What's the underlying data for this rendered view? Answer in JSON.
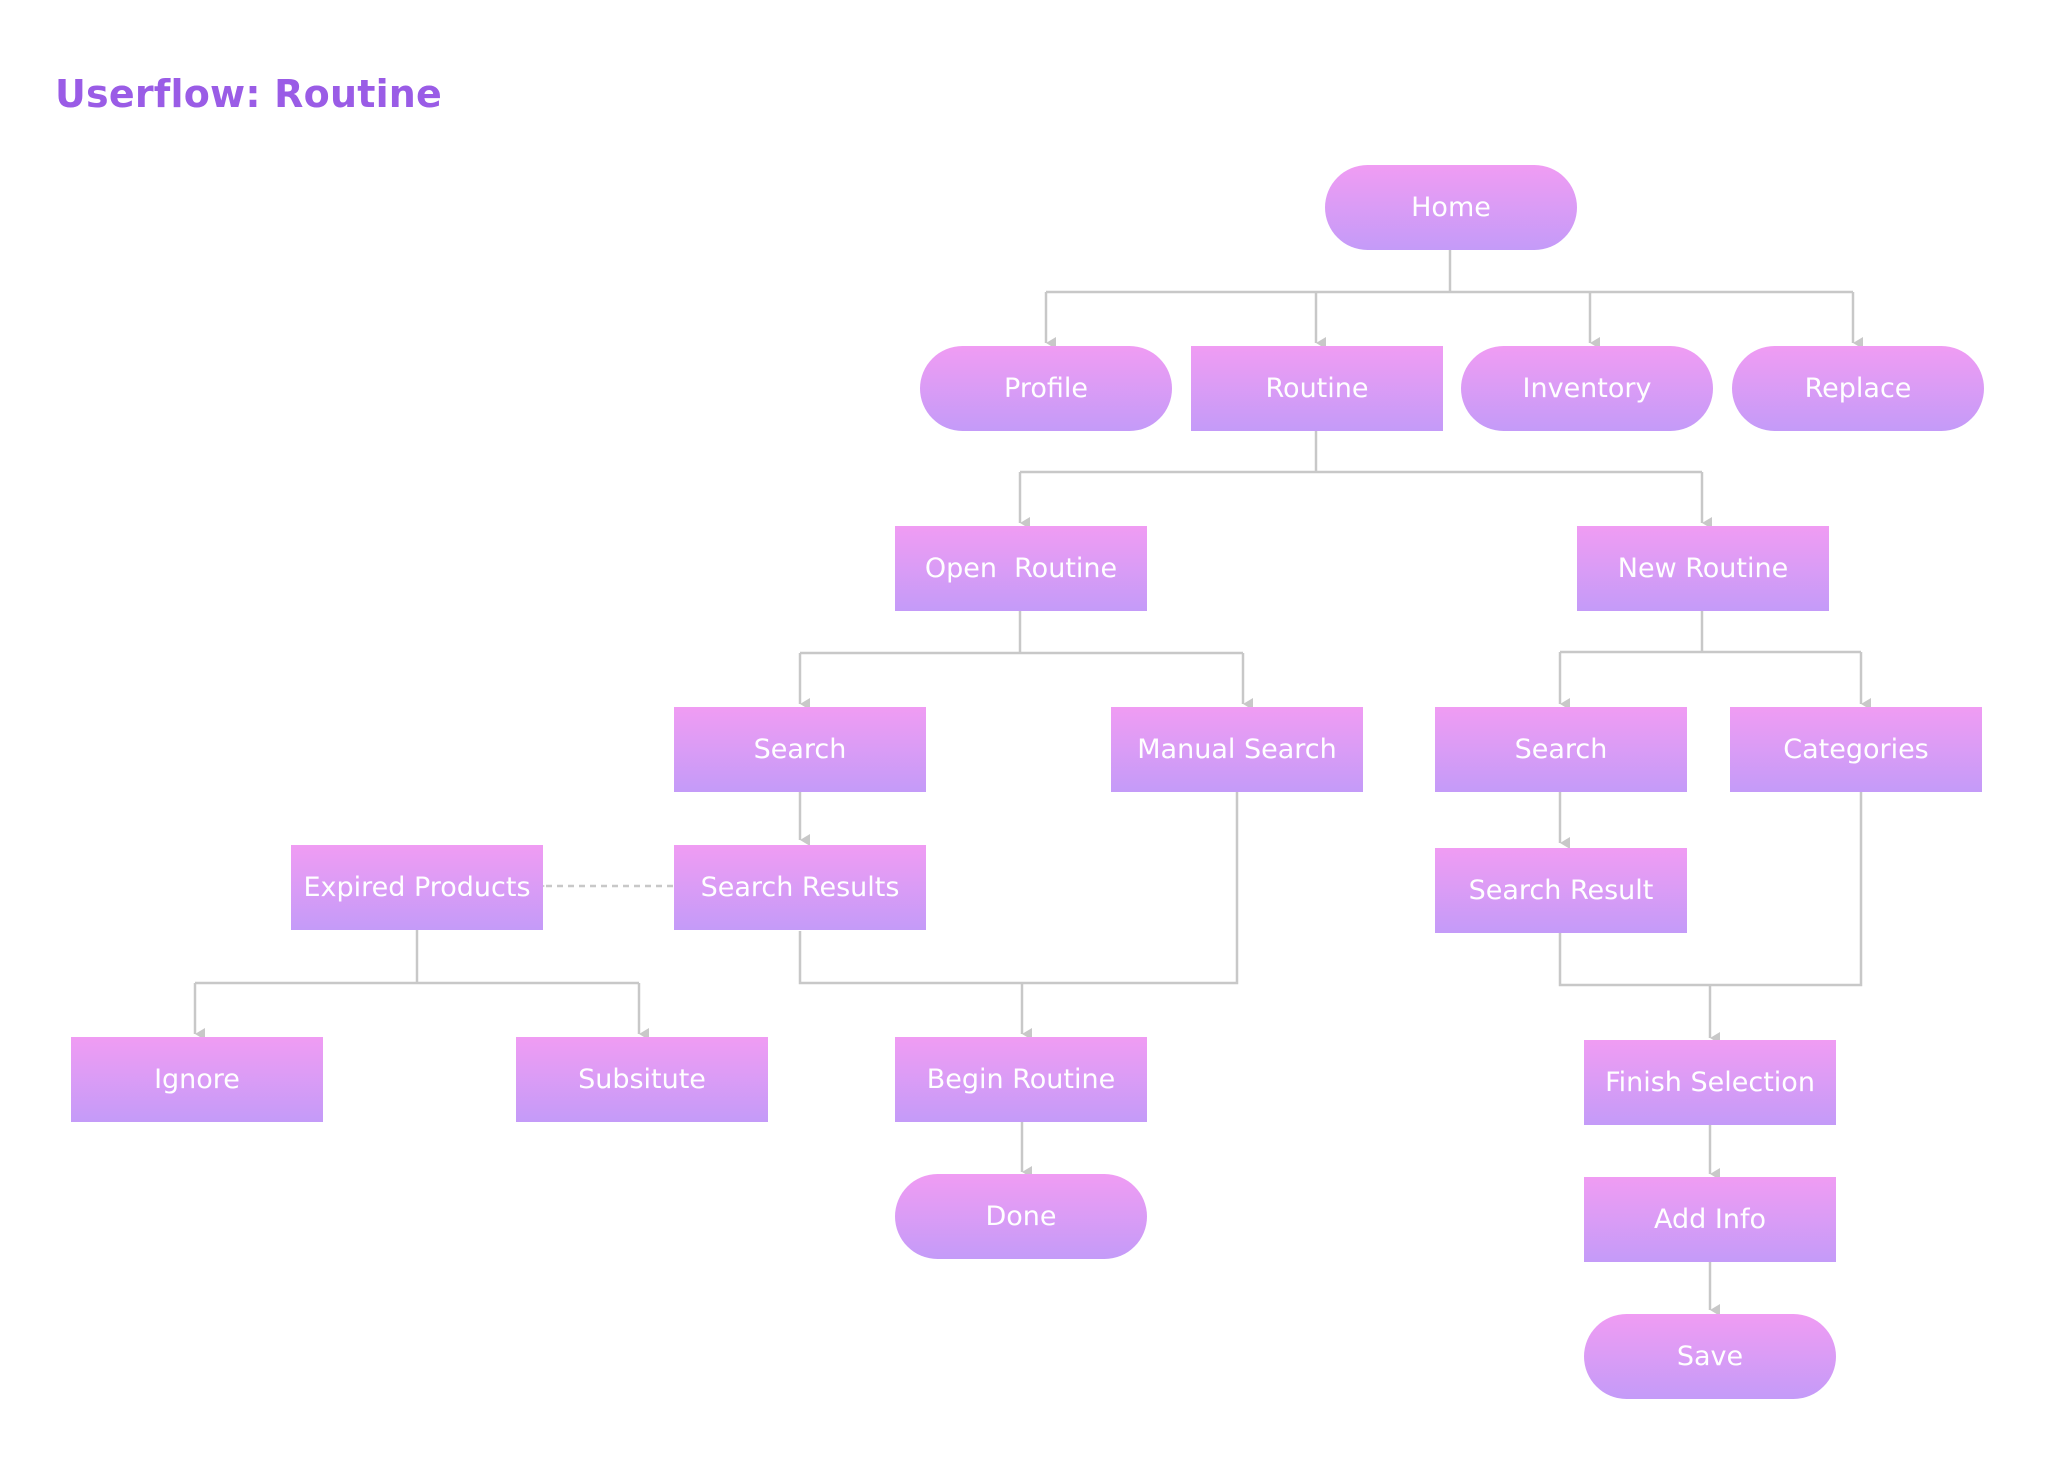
{
  "diagram": {
    "title": "Userflow: Routine",
    "colors": {
      "title": "#9a5ce6",
      "node_top": "#f09cf3",
      "node_bottom": "#c49bf8",
      "text": "#ffffff",
      "connector": "#c8c8c8"
    },
    "nodes": {
      "home": "Home",
      "profile": "Profile",
      "routine": "Routine",
      "inventory": "Inventory",
      "replace": "Replace",
      "open_routine": "Open  Routine",
      "new_routine": "New Routine",
      "search_left": "Search",
      "manual_search": "Manual Search",
      "search_right": "Search",
      "categories": "Categories",
      "expired_products": "Expired Products",
      "search_results": "Search Results",
      "search_result": "Search Result",
      "ignore": "Ignore",
      "subsitute": "Subsitute",
      "begin_routine": "Begin Routine",
      "done": "Done",
      "finish_selection": "Finish Selection",
      "add_info": "Add Info",
      "save": "Save"
    }
  }
}
